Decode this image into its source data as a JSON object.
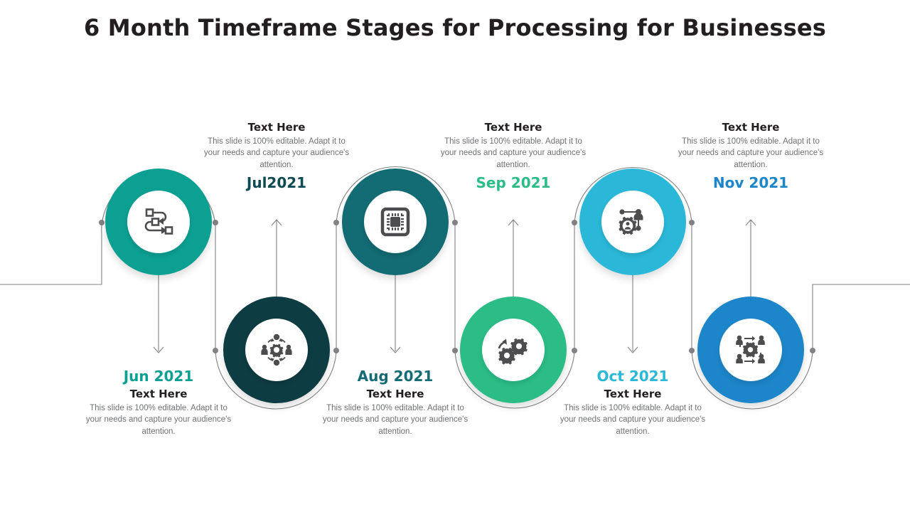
{
  "slide": {
    "title": "6 Month Timeframe Stages for Processing for Businesses",
    "background": "#ffffff",
    "timeline_color": "#6d6e71"
  },
  "common": {
    "header": "Text Here",
    "body": "This slide is 100% editable. Adapt it to your needs and capture your audience's attention."
  },
  "stages": [
    {
      "month": "Jun 2021",
      "month_color": "#0CA093",
      "ring_color": "#0CA093",
      "icon": "workflow-process-icon",
      "position": "top",
      "header": "Text Here",
      "body": "This slide is 100% editable. Adapt it to your needs and capture your audience's attention."
    },
    {
      "month": "Jul2021",
      "month_color": "#0D4A52",
      "ring_color": "#0D3C42",
      "icon": "team-gear-cycle-icon",
      "position": "bottom",
      "header": "Text Here",
      "body": "This slide is 100% editable. Adapt it to your needs and capture your audience's attention."
    },
    {
      "month": "Aug 2021",
      "month_color": "#136B73",
      "ring_color": "#136B73",
      "icon": "cpu-chip-icon",
      "position": "top",
      "header": "Text Here",
      "body": "This slide is 100% editable. Adapt it to your needs and capture your audience's attention."
    },
    {
      "month": "Sep 2021",
      "month_color": "#2BBD85",
      "ring_color": "#2BBD85",
      "icon": "gears-refresh-icon",
      "position": "bottom",
      "header": "Text Here",
      "body": "This slide is 100% editable. Adapt it to your needs and capture your audience's attention."
    },
    {
      "month": "Oct 2021",
      "month_color": "#2BB8D8",
      "ring_color": "#2BB8D8",
      "icon": "user-gear-network-icon",
      "position": "top",
      "header": "Text Here",
      "body": "This slide is 100% editable. Adapt it to your needs and capture your audience's attention."
    },
    {
      "month": "Nov 2021",
      "month_color": "#1D85C9",
      "ring_color": "#1D85C9",
      "icon": "team-network-gear-icon",
      "position": "bottom",
      "header": "Text Here",
      "body": "This slide is 100% editable. Adapt it to your needs and capture your audience's attention."
    }
  ]
}
